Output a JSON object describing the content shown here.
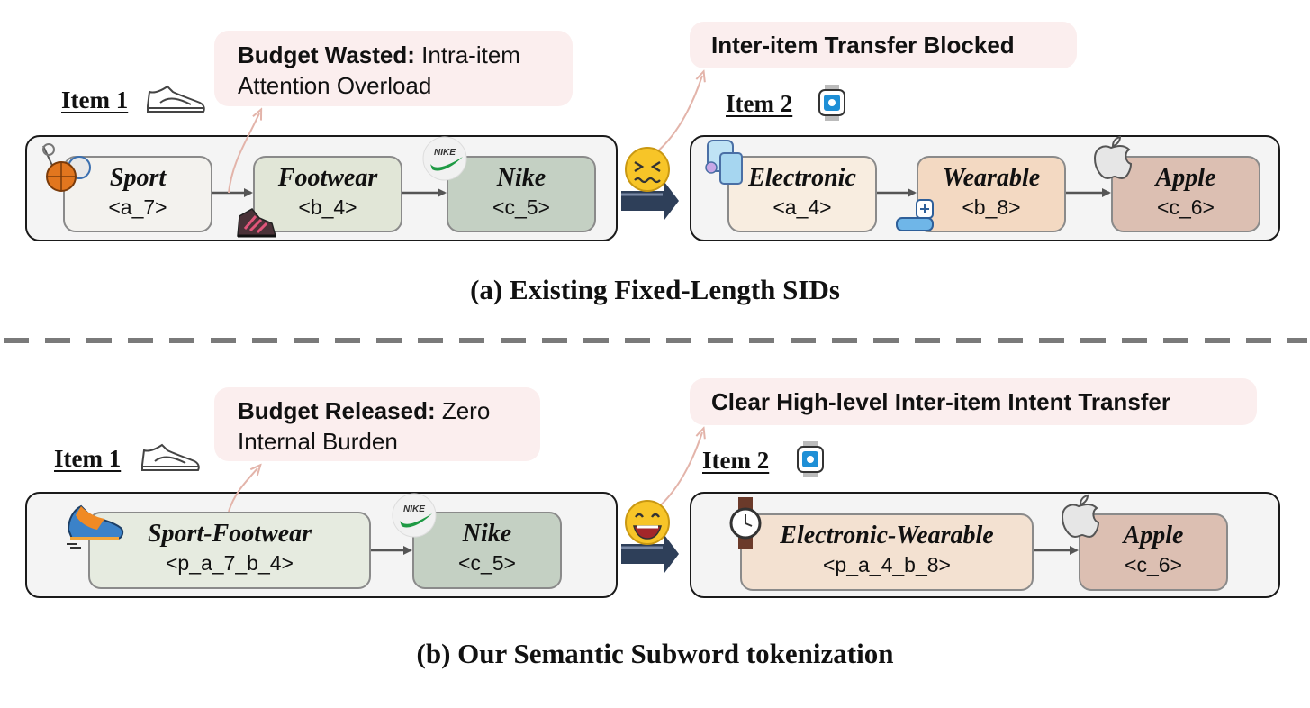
{
  "colors": {
    "panel_bg": "#f4f4f4",
    "callout_bg": "#fbeeee",
    "sport": "#f3f2ee",
    "footwear": "#e1e6d7",
    "nike": "#c4d0c3",
    "electronic": "#f8ede0",
    "wearable": "#f3d9c2",
    "apple": "#dcbfb2",
    "sport_footwear": "#e6ebe0",
    "electronic_wearable": "#f3e1d1",
    "arrow_dark": "#2e3f59",
    "link_pink": "#e3b4aa"
  },
  "section_a": {
    "callout_budget": {
      "bold": "Budget Wasted:",
      "text": " Intra-item Attention Overload"
    },
    "callout_transfer": {
      "bold": "Inter-item Transfer Blocked"
    },
    "item1_label": "Item 1",
    "item2_label": "Item 2",
    "item1_tokens": [
      {
        "name": "Sport",
        "token": "<a_7>"
      },
      {
        "name": "Footwear",
        "token": "<b_4>"
      },
      {
        "name": "Nike",
        "token": "<c_5>"
      }
    ],
    "item2_tokens": [
      {
        "name": "Electronic",
        "token": "<a_4>"
      },
      {
        "name": "Wearable",
        "token": "<b_8>"
      },
      {
        "name": "Apple",
        "token": "<c_6>"
      }
    ],
    "caption": "(a) Existing Fixed-Length SIDs",
    "icons": [
      "sneaker-icon",
      "sports-balls-icon",
      "boots-icon",
      "nike-logo-icon",
      "sad-face-icon",
      "watch-icon",
      "wearable-devices-icon",
      "vr-headset-icon",
      "apple-logo-icon"
    ]
  },
  "section_b": {
    "callout_budget": {
      "bold": "Budget Released:",
      "text": " Zero Internal Burden"
    },
    "callout_transfer": {
      "bold": "Clear High-level Inter-item Intent Transfer"
    },
    "item1_label": "Item 1",
    "item2_label": "Item 2",
    "item1_tokens": [
      {
        "name": "Sport-Footwear",
        "token": "<p_a_7_b_4>"
      },
      {
        "name": "Nike",
        "token": "<c_5>"
      }
    ],
    "item2_tokens": [
      {
        "name": "Electronic-Wearable",
        "token": "<p_a_4_b_8>"
      },
      {
        "name": "Apple",
        "token": "<c_6>"
      }
    ],
    "caption": "(b) Our Semantic Subword tokenization",
    "icons": [
      "sneaker-icon",
      "running-shoe-icon",
      "nike-logo-icon",
      "happy-face-icon",
      "watch-icon",
      "wristwatch-icon",
      "apple-logo-icon"
    ]
  }
}
